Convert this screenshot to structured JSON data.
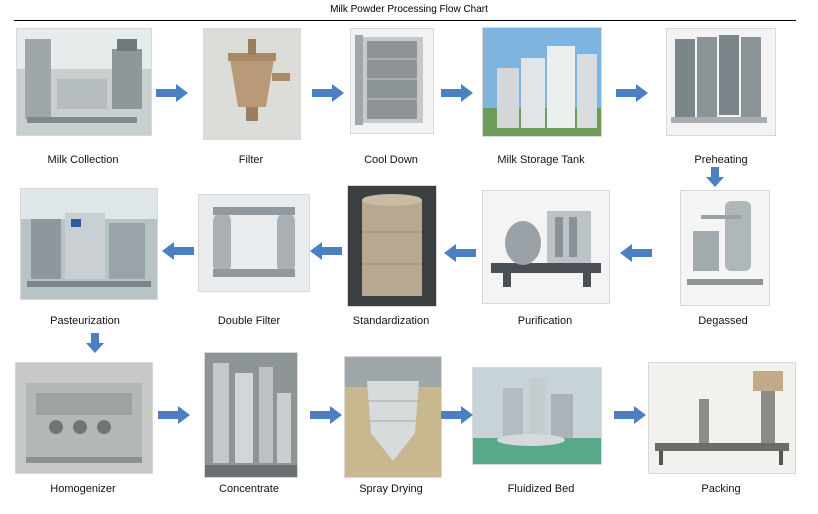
{
  "title": "Milk Powder Processing Flow Chart",
  "colors": {
    "arrow": "#4a7fc1",
    "rule": "#000000"
  },
  "steps": [
    {
      "label": "Milk Collection",
      "icon": "milk-collection-photo"
    },
    {
      "label": "Filter",
      "icon": "filter-photo"
    },
    {
      "label": "Cool Down",
      "icon": "plate-cooler-photo"
    },
    {
      "label": "Milk Storage Tank",
      "icon": "storage-tank-photo"
    },
    {
      "label": "Preheating",
      "icon": "plate-heat-exchanger-photo"
    },
    {
      "label": "Degassed",
      "icon": "degassing-unit-photo"
    },
    {
      "label": "Purification",
      "icon": "separator-photo"
    },
    {
      "label": "Standardization",
      "icon": "standardization-tank-photo"
    },
    {
      "label": "Double Filter",
      "icon": "double-filter-photo"
    },
    {
      "label": "Pasteurization",
      "icon": "pasteurizer-photo"
    },
    {
      "label": "Homogenizer",
      "icon": "homogenizer-photo"
    },
    {
      "label": "Concentrate",
      "icon": "evaporator-photo"
    },
    {
      "label": "Spray Drying",
      "icon": "spray-dryer-photo"
    },
    {
      "label": "Fluidized Bed",
      "icon": "fluidized-bed-photo"
    },
    {
      "label": "Packing",
      "icon": "packing-machine-photo"
    }
  ]
}
